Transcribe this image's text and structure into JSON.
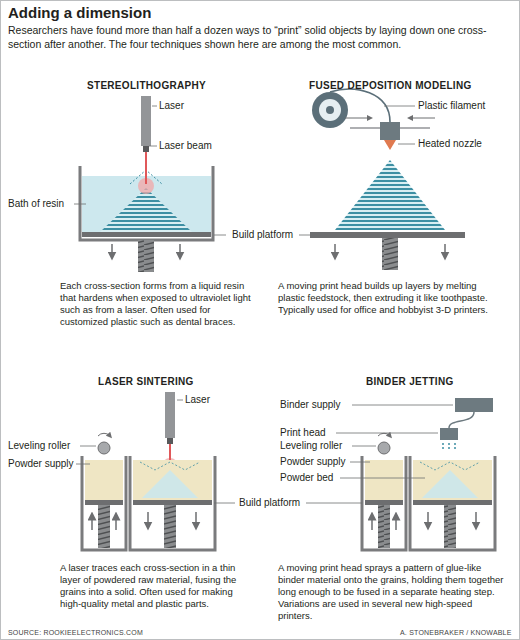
{
  "diagram": {
    "title": "Adding a dimension",
    "caption": "Researchers have found more than half a dozen ways to “print” solid objects by laying down one cross-section after another. The four techniques shown here are among the most common.",
    "labels": [
      "STEREOLITHOGRAPHY",
      "Laser",
      "Laser beam",
      "Bath of resin",
      "Build platform",
      "Each cross-section forms from a liquid resin that hardens when exposed to ultraviolet light such as from a laser. Often used for customized plastic such as dental braces.",
      "FUSED DEPOSITION MODELING",
      "Plastic filament",
      "Heated nozzle",
      "A moving print head builds up layers by melting plastic feedstock, then extruding it like toothpaste. Typically used for office and hobbyist 3-D printers.",
      "LASER SINTERING",
      "Laser",
      "Leveling roller",
      "Powder supply",
      "Build platform",
      "A laser traces each cross-section in a thin layer of powdered raw material, fusing the grains into a solid. Often used for making high-quality metal and plastic parts.",
      "BINDER JETTING",
      "Binder supply",
      "Print head",
      "Leveling roller",
      "Powder supply",
      "Powder bed",
      "A moving print head sprays a pattern of glue-like binder material onto the grains, holding them together long enough to be fused in a separate heating step. Variations are used in several new high-speed printers.",
      "SOURCE: ROOKIEELECTRONICS.COM",
      "A. STONEBRAKER / KNOWABLE"
    ]
  }
}
